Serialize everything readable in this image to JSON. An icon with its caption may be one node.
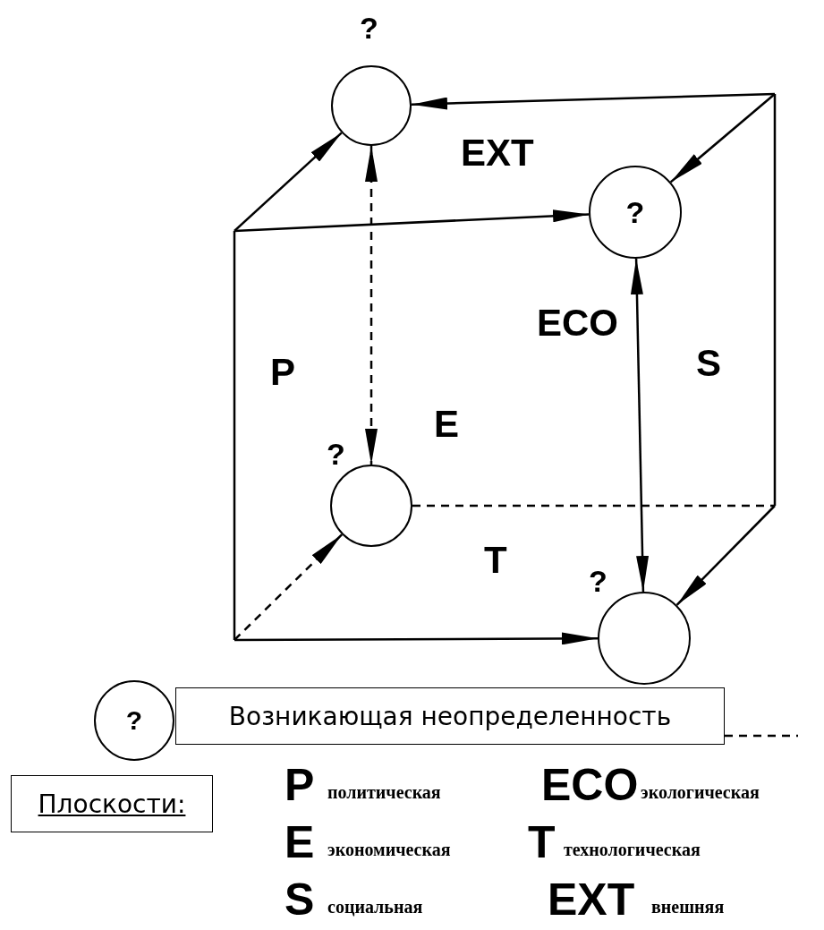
{
  "diagram": {
    "nodes": [
      {
        "text": [
          "?"
        ]
      },
      {
        "text": [
          "?"
        ]
      },
      {
        "text": [
          "?"
        ]
      },
      {
        "text": [
          "?"
        ]
      },
      {
        "text": [
          "?"
        ]
      },
      {
        "text": [
          "Возникающая неопределенность"
        ]
      },
      {
        "text": [
          "Плоскости:"
        ]
      }
    ],
    "edges": [
      {
        "from": 0,
        "to": 2,
        "arrow": "both",
        "style": "dashed"
      },
      {
        "from": 1,
        "to": 3,
        "arrow": "both"
      },
      {
        "from": null,
        "to": 0,
        "arrow": "to"
      },
      {
        "from": null,
        "to": 0,
        "arrow": "to"
      },
      {
        "from": null,
        "to": 1,
        "arrow": "to"
      },
      {
        "from": null,
        "to": 1,
        "arrow": "to"
      },
      {
        "from": null,
        "to": 2,
        "arrow": "to",
        "style": "dashed"
      },
      {
        "from": null,
        "to": 3,
        "arrow": "to"
      },
      {
        "from": null,
        "to": 3,
        "arrow": "to"
      },
      {
        "from": 2,
        "to": null,
        "arrow": "none",
        "style": "dashed"
      }
    ],
    "labels": [
      "EXT",
      "ECO",
      "P",
      "S",
      "E",
      "T",
      "P",
      "политическая",
      "ECO",
      "экологическая",
      "E",
      "экономическая",
      "T",
      "технологическая",
      "S",
      "социальная",
      "EXT",
      "внешняя"
    ]
  }
}
